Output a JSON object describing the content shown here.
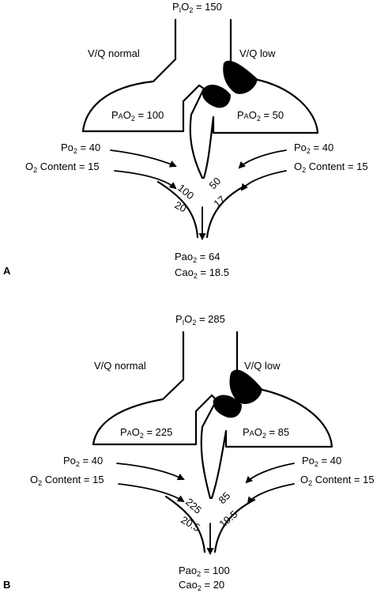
{
  "panels": [
    {
      "letter": "A",
      "inspired": "150",
      "vq_normal": "V/Q normal",
      "vq_low": "V/Q low",
      "pao_left": "100",
      "pao_right": "50",
      "po2_left": "40",
      "po2_right": "40",
      "content_left": "15",
      "content_right": "15",
      "cap_left_po2": "100",
      "cap_left_content": "20",
      "cap_right_po2": "50",
      "cap_right_content": "17",
      "arterial_po2": "64",
      "arterial_content": "18.5"
    },
    {
      "letter": "B",
      "inspired": "285",
      "vq_normal": "V/Q normal",
      "vq_low": "V/Q low",
      "pao_left": "225",
      "pao_right": "85",
      "po2_left": "40",
      "po2_right": "40",
      "content_left": "15",
      "content_right": "15",
      "cap_left_po2": "225",
      "cap_left_content": "20.5",
      "cap_right_po2": "85",
      "cap_right_content": "19.5",
      "arterial_po2": "100",
      "arterial_content": "20"
    }
  ]
}
